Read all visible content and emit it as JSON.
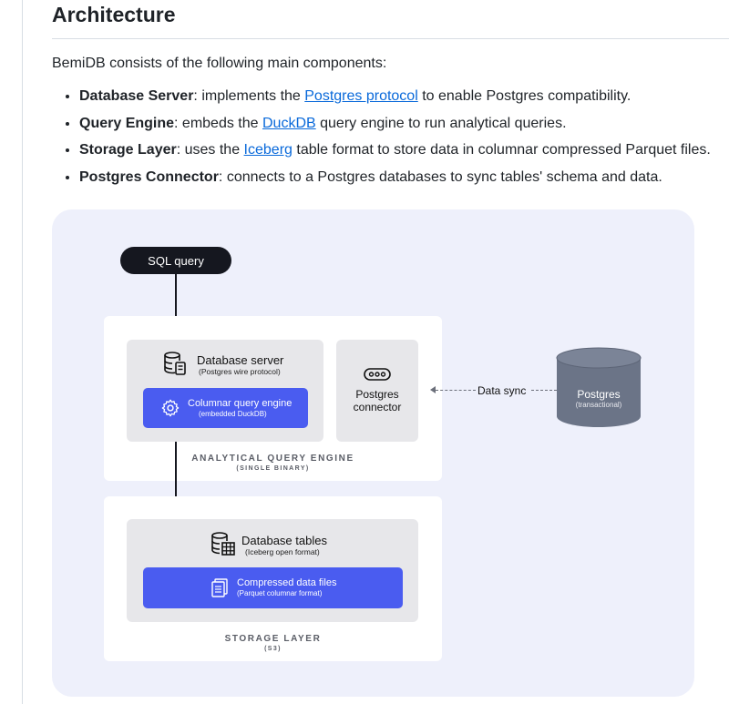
{
  "heading": "Architecture",
  "intro": "BemiDB consists of the following main components:",
  "components": [
    {
      "name": "Database Server",
      "pre": ": implements the ",
      "link": "Postgres protocol",
      "post": " to enable Postgres compatibility."
    },
    {
      "name": "Query Engine",
      "pre": ": embeds the ",
      "link": "DuckDB",
      "post": " query engine to run analytical queries."
    },
    {
      "name": "Storage Layer",
      "pre": ": uses the ",
      "link": "Iceberg",
      "post": " table format to store data in columnar compressed Parquet files."
    },
    {
      "name": "Postgres Connector",
      "pre": ": connects to a Postgres databases to sync tables' schema and data.",
      "link": "",
      "post": ""
    }
  ],
  "diagram": {
    "sql_query": "SQL query",
    "database_server": {
      "title": "Database server",
      "subtitle": "(Postgres wire protocol)"
    },
    "query_engine": {
      "title": "Columnar query engine",
      "subtitle": "(embedded DuckDB)"
    },
    "connector": {
      "line1": "Postgres",
      "line2": "connector"
    },
    "analytical_label": "ANALYTICAL QUERY ENGINE",
    "analytical_sub": "(SINGLE BINARY)",
    "data_sync": "Data sync",
    "postgres": {
      "title": "Postgres",
      "subtitle": "(transactional)"
    },
    "database_tables": {
      "title": "Database tables",
      "subtitle": "(Iceberg open format)"
    },
    "data_files": {
      "title": "Compressed data files",
      "subtitle": "(Parquet columnar format)"
    },
    "storage_label": "STORAGE LAYER",
    "storage_sub": "(S3)"
  },
  "icons": [
    "database-icon",
    "gear-icon",
    "connector-icon",
    "table-icon",
    "files-icon"
  ],
  "colors": {
    "accent_blue": "#4a5cf0",
    "link": "#0969da",
    "dark_pill": "#15171f",
    "cylinder": "#6b7487",
    "diagram_bg": "#eef0fb"
  }
}
